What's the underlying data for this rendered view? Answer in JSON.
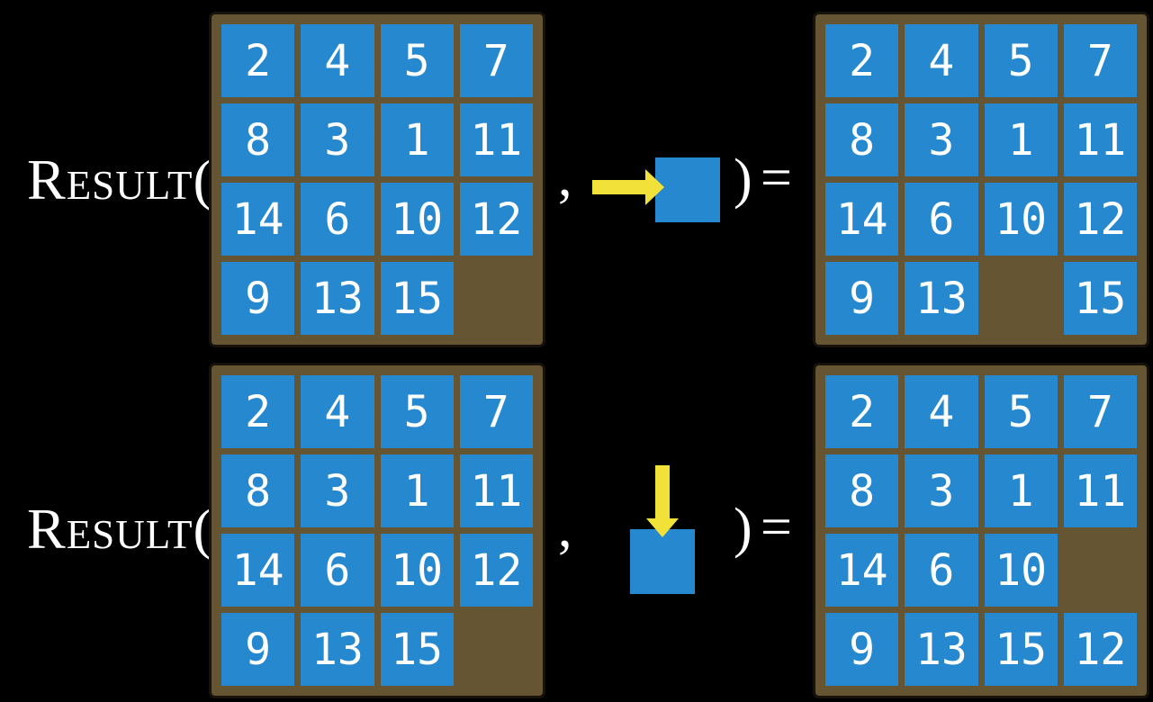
{
  "figure": "sliding-tile puzzle RESULT(state, action) examples",
  "colors": {
    "background_black": "#000000",
    "frame_brown": "#665532",
    "frame_border": "#17120b",
    "tile_blue": "#2689d0",
    "arrow_yellow": "#f2e138",
    "text_white": "#ffffff"
  },
  "tokens": {
    "function_name": "Result",
    "open_paren": "(",
    "comma": ",",
    "close_paren": ")",
    "equals": "="
  },
  "examples": [
    {
      "move_direction": "right",
      "arrow_icon": "right-arrow-icon",
      "input_grid": [
        [
          2,
          4,
          5,
          7
        ],
        [
          8,
          3,
          1,
          11
        ],
        [
          14,
          6,
          10,
          12
        ],
        [
          9,
          13,
          15,
          null
        ]
      ],
      "output_grid": [
        [
          2,
          4,
          5,
          7
        ],
        [
          8,
          3,
          1,
          11
        ],
        [
          14,
          6,
          10,
          12
        ],
        [
          9,
          13,
          null,
          15
        ]
      ]
    },
    {
      "move_direction": "down",
      "arrow_icon": "down-arrow-icon",
      "input_grid": [
        [
          2,
          4,
          5,
          7
        ],
        [
          8,
          3,
          1,
          11
        ],
        [
          14,
          6,
          10,
          12
        ],
        [
          9,
          13,
          15,
          null
        ]
      ],
      "output_grid": [
        [
          2,
          4,
          5,
          7
        ],
        [
          8,
          3,
          1,
          11
        ],
        [
          14,
          6,
          10,
          null
        ],
        [
          9,
          13,
          15,
          12
        ]
      ]
    }
  ]
}
